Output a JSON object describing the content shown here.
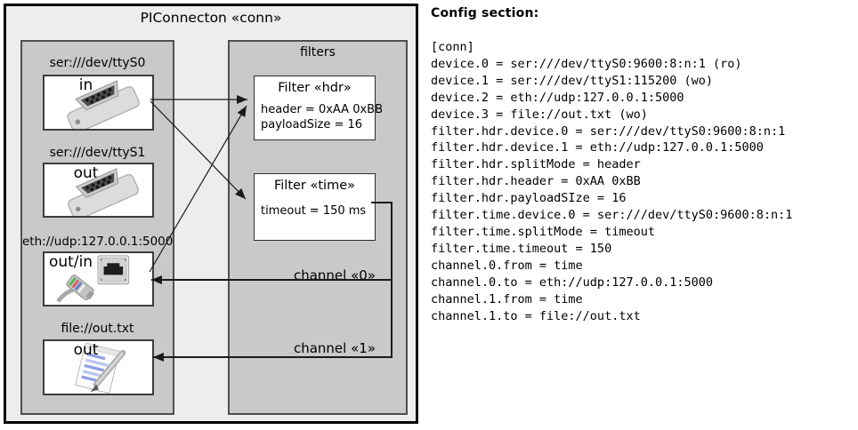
{
  "diagram": {
    "title": "PIConnecton «conn»",
    "devices_panel": {
      "devices": [
        {
          "uri": "ser:///dev/ttyS0",
          "direction": "in",
          "icon": "serial-db9-connector"
        },
        {
          "uri": "ser:///dev/ttyS1",
          "direction": "out",
          "icon": "serial-db9-connector"
        },
        {
          "uri": "eth://udp:127.0.0.1:5000",
          "direction": "out/in",
          "icon": "ethernet-rj45-connector"
        },
        {
          "uri": "file://out.txt",
          "direction": "out",
          "icon": "notepad-pen"
        }
      ]
    },
    "filters_panel": {
      "title": "filters",
      "filters": [
        {
          "title": "Filter «hdr»",
          "properties": [
            "header = 0xAA 0xBB",
            "payloadSize = 16"
          ]
        },
        {
          "title": "Filter «time»",
          "properties": [
            "timeout = 150 ms"
          ]
        }
      ],
      "channels": [
        {
          "label": "channel «0»"
        },
        {
          "label": "channel «1»"
        }
      ]
    }
  },
  "config": {
    "heading": "Config section:",
    "lines": [
      "[conn]",
      "device.0 = ser:///dev/ttyS0:9600:8:n:1 (ro)",
      "device.1 = ser:///dev/ttyS1:115200 (wo)",
      "device.2 = eth://udp:127.0.0.1:5000",
      "device.3 = file://out.txt (wo)",
      "filter.hdr.device.0 = ser:///dev/ttyS0:9600:8:n:1",
      "filter.hdr.device.1 = eth://udp:127.0.0.1:5000",
      "filter.hdr.splitMode = header",
      "filter.hdr.header = 0xAA 0xBB",
      "filter.hdr.payloadSIze = 16",
      "filter.time.device.0 = ser:///dev/ttyS0:9600:8:n:1",
      "filter.time.splitMode = timeout",
      "filter.time.timeout = 150",
      "channel.0.from = time",
      "channel.0.to = eth://udp:127.0.0.1:5000",
      "channel.1.from = time",
      "channel.1.to = file://out.txt"
    ]
  },
  "colors": {
    "outer_fill": "#ededed",
    "panel_fill": "#c9c9c9",
    "box_fill": "#ffffff",
    "wire": "#1a1a1a"
  }
}
